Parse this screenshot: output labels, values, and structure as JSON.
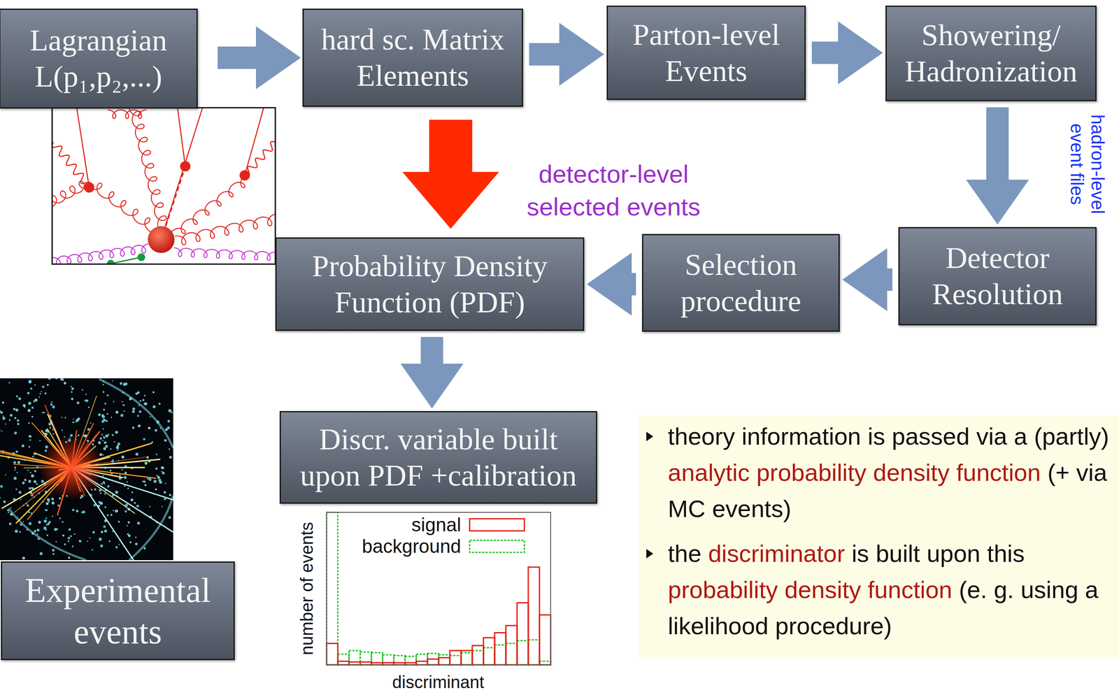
{
  "diagram": {
    "nodes": [
      {
        "text": [
          "Lagrangian L(p₁,p₂,...)"
        ]
      },
      {
        "text": [
          "hard sc. Matrix Elements"
        ]
      },
      {
        "text": [
          "Parton-level Events"
        ]
      },
      {
        "text": [
          "Showering/ Hadronization"
        ]
      },
      {
        "text": [
          "Detector Resolution"
        ]
      },
      {
        "text": [
          "Selection procedure"
        ]
      },
      {
        "text": [
          "Probability Density Function (PDF)"
        ]
      },
      {
        "text": [
          "Discr. variable built upon PDF +calibration"
        ]
      },
      {
        "text": [
          "Experimental events"
        ]
      }
    ],
    "edges": [
      {
        "from": 0,
        "to": 1,
        "arrow": "to"
      },
      {
        "from": 1,
        "to": 2,
        "arrow": "to"
      },
      {
        "from": 2,
        "to": 3,
        "arrow": "to"
      },
      {
        "from": 3,
        "to": 4,
        "arrow": "to",
        "label": "hadron-level event files"
      },
      {
        "from": 4,
        "to": 5,
        "arrow": "to"
      },
      {
        "from": 5,
        "to": 6,
        "arrow": "to",
        "label": "detector-level selected events"
      },
      {
        "from": 1,
        "to": 6,
        "arrow": "to"
      },
      {
        "from": 6,
        "to": 7,
        "arrow": "to"
      }
    ],
    "labels": [
      "number of events",
      "discriminant",
      "theory information is passed via a (partly)",
      "analytic probability density function",
      "(+ via MC events)",
      "the",
      "discriminator",
      "is built upon this",
      "probability density function",
      "(e. g. using a likelihood procedure)"
    ],
    "legend": [
      {
        "text": "signal"
      },
      {
        "text": "background"
      }
    ]
  }
}
